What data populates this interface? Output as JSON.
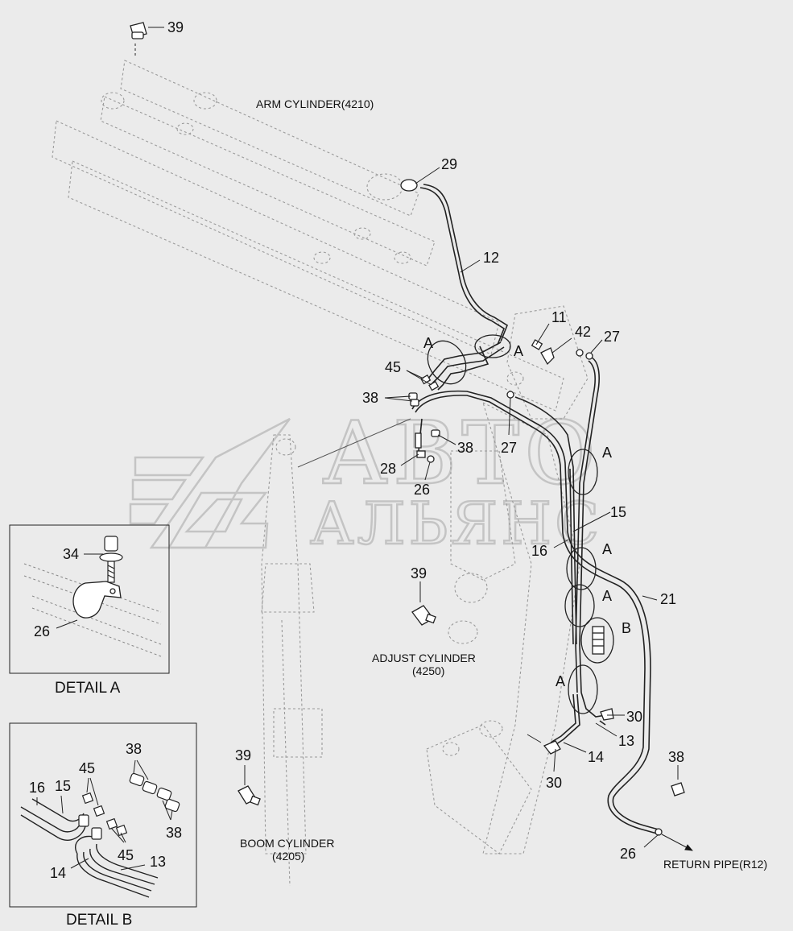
{
  "watermark": {
    "line1": "АВТО",
    "line2": "АЛЬЯНС"
  },
  "captions": {
    "arm_cylinder": "ARM CYLINDER(4210)",
    "adjust_cylinder_1": "ADJUST CYLINDER",
    "adjust_cylinder_2": "(4250)",
    "boom_cylinder_1": "BOOM CYLINDER",
    "boom_cylinder_2": "(4205)",
    "return_pipe": "RETURN PIPE(R12)",
    "detail_a": "DETAIL  A",
    "detail_b": "DETAIL  B"
  },
  "callouts": {
    "c39_top": "39",
    "c29": "29",
    "c12": "12",
    "c11": "11",
    "c42": "42",
    "c27_top": "27",
    "cA_1": "A",
    "cA_2": "A",
    "c45": "45",
    "c38_a": "38",
    "c38_b": "38",
    "c27_mid": "27",
    "c28": "28",
    "c26_mid": "26",
    "cA_3": "A",
    "c15": "15",
    "c16": "16",
    "cA_4": "A",
    "cA_5": "A",
    "c21": "21",
    "cB": "B",
    "cA_6": "A",
    "c30_a": "30",
    "c13": "13",
    "c14": "14",
    "c30_b": "30",
    "c38_c": "38",
    "c26_bot": "26",
    "c39_mid": "39",
    "c39_low": "39",
    "da_34": "34",
    "da_26": "26",
    "db_38_top": "38",
    "db_45_top": "45",
    "db_16": "16",
    "db_15": "15",
    "db_38_bot": "38",
    "db_45_bot": "45",
    "db_14": "14",
    "db_13": "13"
  }
}
